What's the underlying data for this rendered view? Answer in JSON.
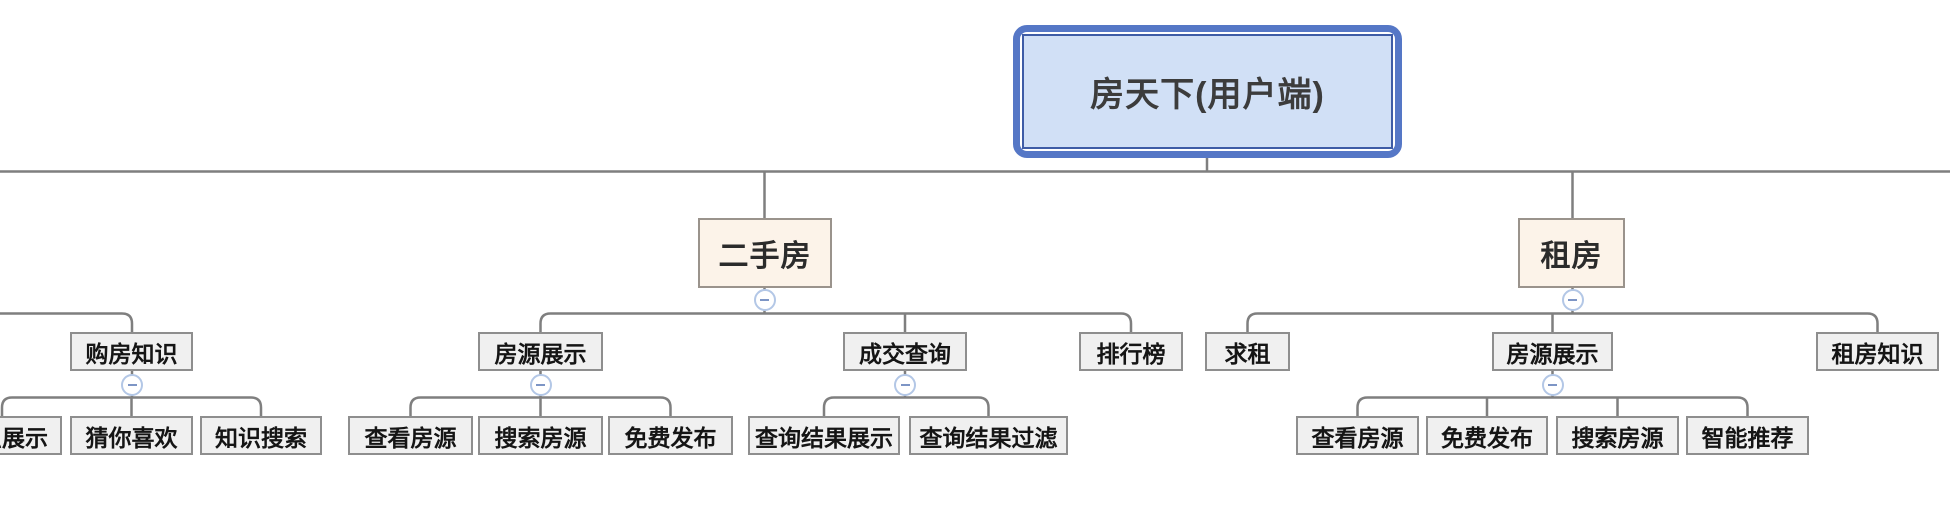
{
  "mindmap": {
    "root": {
      "label": "房天下(用户端)",
      "selected": true
    },
    "branches": [
      {
        "label": "购房知识",
        "children": [
          {
            "label": "知识展示"
          },
          {
            "label": "猜你喜欢"
          },
          {
            "label": "知识搜索"
          }
        ]
      },
      {
        "label": "二手房",
        "children": [
          {
            "label": "房源展示",
            "children": [
              {
                "label": "查看房源"
              },
              {
                "label": "搜索房源"
              },
              {
                "label": "免费发布"
              }
            ]
          },
          {
            "label": "成交查询",
            "children": [
              {
                "label": "查询结果展示"
              },
              {
                "label": "查询结果过滤"
              }
            ]
          },
          {
            "label": "排行榜"
          }
        ]
      },
      {
        "label": "租房",
        "children": [
          {
            "label": "求租"
          },
          {
            "label": "房源展示",
            "children": [
              {
                "label": "查看房源"
              },
              {
                "label": "免费发布"
              },
              {
                "label": "搜索房源"
              },
              {
                "label": "智能推荐"
              }
            ]
          },
          {
            "label": "租房知识"
          }
        ]
      }
    ]
  },
  "icons": {
    "collapse": "minus-circle"
  },
  "colors": {
    "root_fill": "#d1e0f6",
    "root_selection": "#5577c6",
    "root_inner_border": "#3e5ca6",
    "branch_fill": "#fcf3e9",
    "branch_border": "#9a938c",
    "node_fill": "#f0f0f0",
    "node_border": "#8e8e8e",
    "connector": "#7f7f7f",
    "collapse_ring": "#b3c7e6",
    "collapse_glyph": "#7d95c5"
  }
}
